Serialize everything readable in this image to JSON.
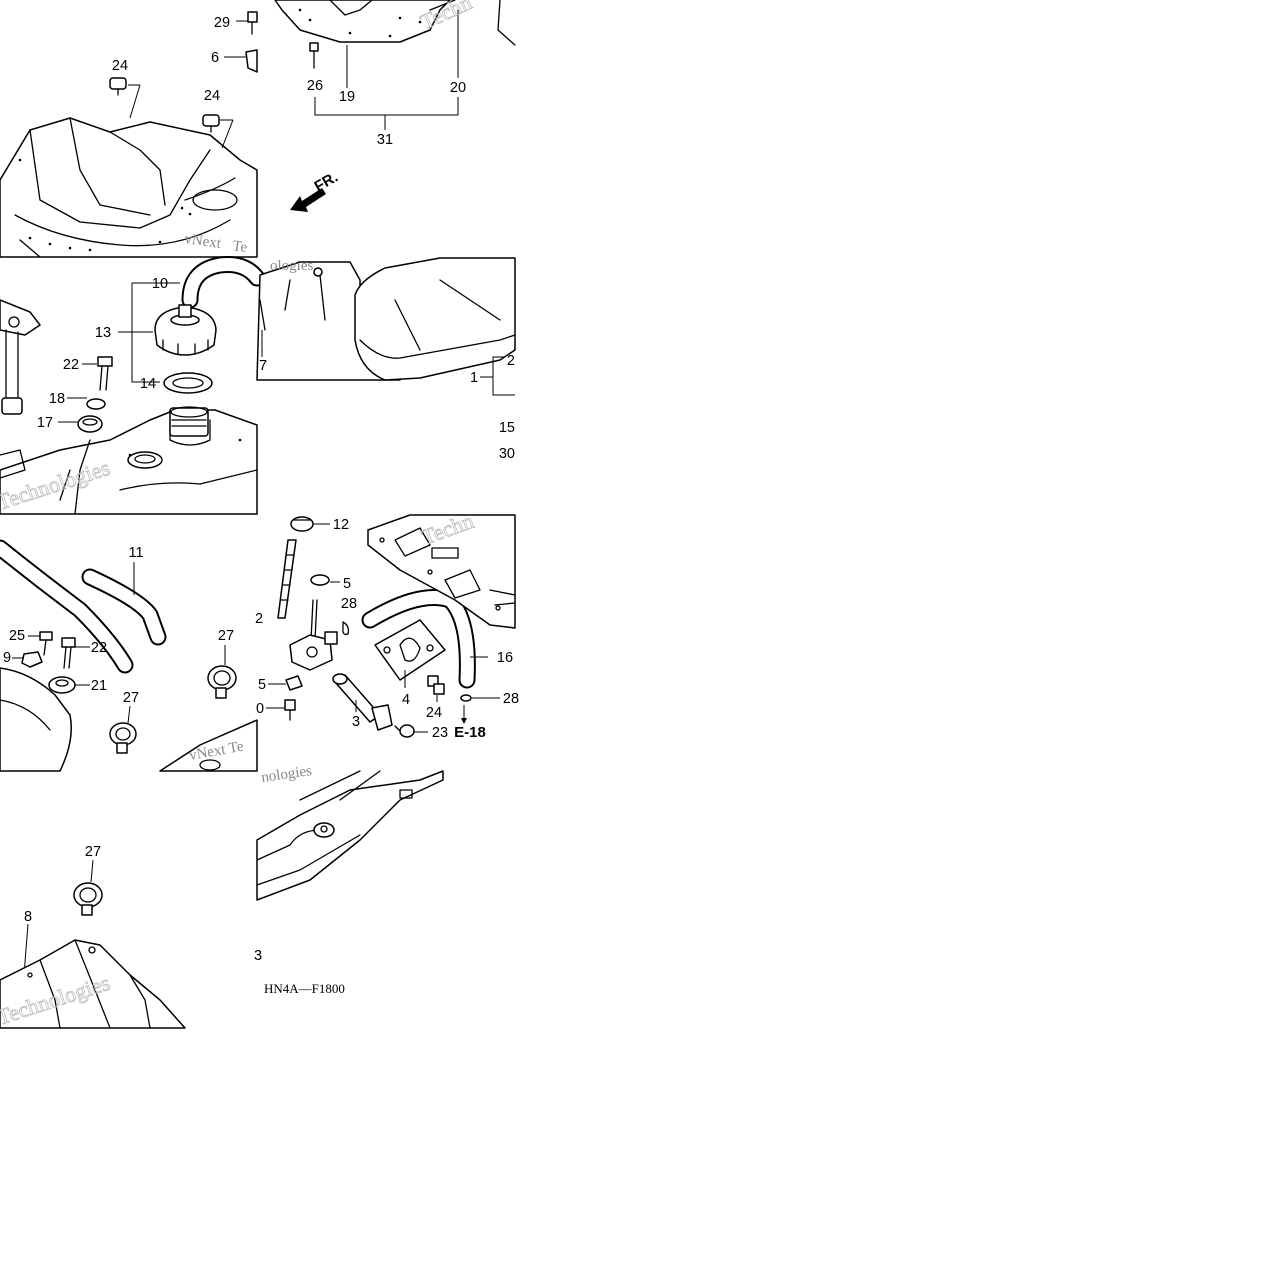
{
  "diagram_code": "HN4A—F1800",
  "reference": "E-18",
  "front_arrow_label": "FR.",
  "watermark": {
    "brand": "vNext",
    "brand_rest": "Technologies"
  },
  "callouts": {
    "c1": "1",
    "c2": "2",
    "c3": "3",
    "c4": "4",
    "c5a": "5",
    "c5b": "5",
    "c6": "6",
    "c7": "7",
    "c8": "8",
    "c9": "9",
    "c10": "10",
    "c11": "11",
    "c12a": "12",
    "c12b": "2",
    "c13": "13",
    "c14": "14",
    "c15": "15",
    "c16": "16",
    "c17": "17",
    "c18": "18",
    "c19": "19",
    "c20": "20",
    "c20b": "0",
    "c21": "21",
    "c22a": "22",
    "c22b": "22",
    "c23": "23",
    "c24a": "24",
    "c24b": "24",
    "c24c": "24",
    "c25": "25",
    "c26": "26",
    "c27a": "27",
    "c27b": "27",
    "c27c": "27",
    "c28a": "28",
    "c28b": "28",
    "c29": "29",
    "c30": "30",
    "c31": "31",
    "c3b": "3"
  }
}
